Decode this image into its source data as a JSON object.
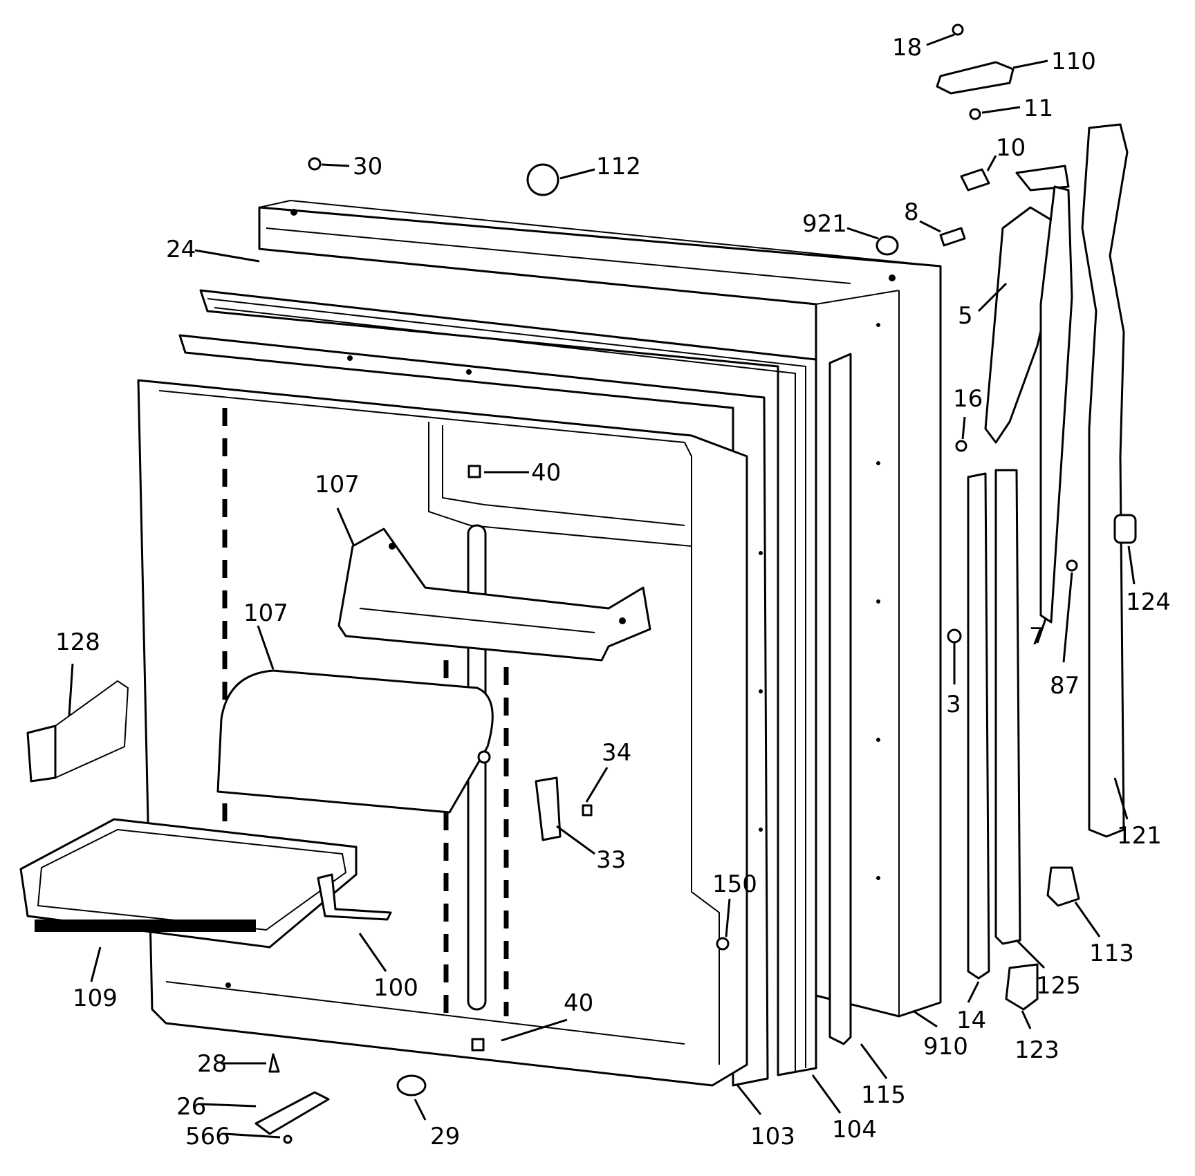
{
  "diagram": {
    "labels": [
      {
        "id": "18",
        "text": "18"
      },
      {
        "id": "110",
        "text": "110"
      },
      {
        "id": "11",
        "text": "11"
      },
      {
        "id": "10",
        "text": "10"
      },
      {
        "id": "30",
        "text": "30"
      },
      {
        "id": "112",
        "text": "112"
      },
      {
        "id": "921",
        "text": "921"
      },
      {
        "id": "8",
        "text": "8"
      },
      {
        "id": "24",
        "text": "24"
      },
      {
        "id": "5",
        "text": "5"
      },
      {
        "id": "16",
        "text": "16"
      },
      {
        "id": "40a",
        "text": "40"
      },
      {
        "id": "107a",
        "text": "107"
      },
      {
        "id": "107b",
        "text": "107"
      },
      {
        "id": "128",
        "text": "128"
      },
      {
        "id": "124",
        "text": "124"
      },
      {
        "id": "7",
        "text": "7"
      },
      {
        "id": "87",
        "text": "87"
      },
      {
        "id": "3",
        "text": "3"
      },
      {
        "id": "34",
        "text": "34"
      },
      {
        "id": "33",
        "text": "33"
      },
      {
        "id": "121",
        "text": "121"
      },
      {
        "id": "150",
        "text": "150"
      },
      {
        "id": "113",
        "text": "113"
      },
      {
        "id": "109",
        "text": "109"
      },
      {
        "id": "100",
        "text": "100"
      },
      {
        "id": "40b",
        "text": "40"
      },
      {
        "id": "125",
        "text": "125"
      },
      {
        "id": "14",
        "text": "14"
      },
      {
        "id": "910",
        "text": "910"
      },
      {
        "id": "123",
        "text": "123"
      },
      {
        "id": "28",
        "text": "28"
      },
      {
        "id": "115",
        "text": "115"
      },
      {
        "id": "26",
        "text": "26"
      },
      {
        "id": "566",
        "text": "566"
      },
      {
        "id": "29",
        "text": "29"
      },
      {
        "id": "103",
        "text": "103"
      },
      {
        "id": "104",
        "text": "104"
      }
    ]
  }
}
